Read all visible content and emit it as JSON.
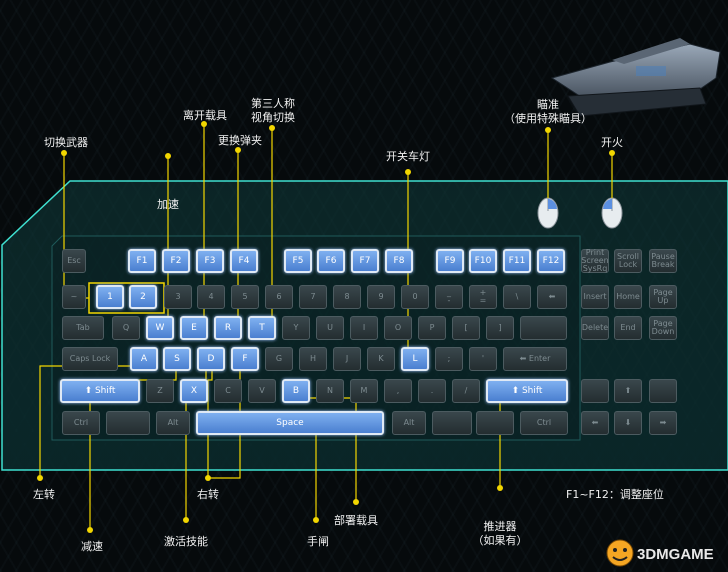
{
  "colors": {
    "highlight_key": "#5b8fe0",
    "callout_line": "#f2d600",
    "board_edge": "#3fe0d0",
    "mouse_accent": "#f2d600"
  },
  "keys": {
    "esc": "Esc",
    "f1": "F1",
    "f2": "F2",
    "f3": "F3",
    "f4": "F4",
    "f5": "F5",
    "f6": "F6",
    "f7": "F7",
    "f8": "F8",
    "f9": "F9",
    "f10": "F10",
    "f11": "F11",
    "f12": "F12",
    "prtsc": "Print\nScreen\nSysRq",
    "scroll": "Scroll\nLock",
    "pause": "Pause\nBreak",
    "tilde": "~",
    "n1": "1",
    "n2": "2",
    "n3": "3",
    "n4": "4",
    "n5": "5",
    "n6": "6",
    "n7": "7",
    "n8": "8",
    "n9": "9",
    "n0": "0",
    "minus": "_\n-",
    "plus": "+\n=",
    "bslash": "\\",
    "back": "⬅",
    "insert": "Insert",
    "home": "Home",
    "pgup": "Page\nUp",
    "tab": "Tab",
    "q": "Q",
    "w": "W",
    "e": "E",
    "r": "R",
    "t": "T",
    "y": "Y",
    "u": "U",
    "i": "I",
    "o": "O",
    "p": "P",
    "lbr": "[",
    "rbr": "]",
    "delete": "Delete",
    "end": "End",
    "pgdn": "Page\nDown",
    "caps": "Caps Lock",
    "a": "A",
    "s": "S",
    "d": "D",
    "f": "F",
    "g": "G",
    "h": "H",
    "j": "J",
    "k": "K",
    "l": "L",
    "semi": ";",
    "quote": "'",
    "enter": "⬅ Enter",
    "shift": "⬆ Shift",
    "z": "Z",
    "x": "X",
    "c": "C",
    "v": "V",
    "b": "B",
    "n": "N",
    "m": "M",
    "comma": ",",
    "period": ".",
    "slash": "/",
    "rshift": "⬆ Shift",
    "ctrl": "Ctrl",
    "alt": "Alt",
    "space": "Space",
    "ralt": "Alt",
    "rctrl": "Ctrl",
    "up": "⬆",
    "left": "⬅",
    "down": "⬇",
    "right": "➡"
  },
  "labels": {
    "switch_weapon": "切换武器",
    "accelerate": "加速",
    "leave_vehicle": "离开载具",
    "reload": "更换弹夹",
    "third_person": "第三人称\n视角切换",
    "headlight": "开关车灯",
    "aim": "瞄准\n（使用特殊瞄具）",
    "fire": "开火",
    "turn_left": "左转",
    "decelerate": "减速",
    "skill": "激活技能",
    "turn_right": "右转",
    "handbrake": "手闸",
    "deploy": "部署载具",
    "thruster": "推进器\n（如果有）",
    "f_keys": "F1~F12：调整座位"
  },
  "watermark": "3DMGAME"
}
